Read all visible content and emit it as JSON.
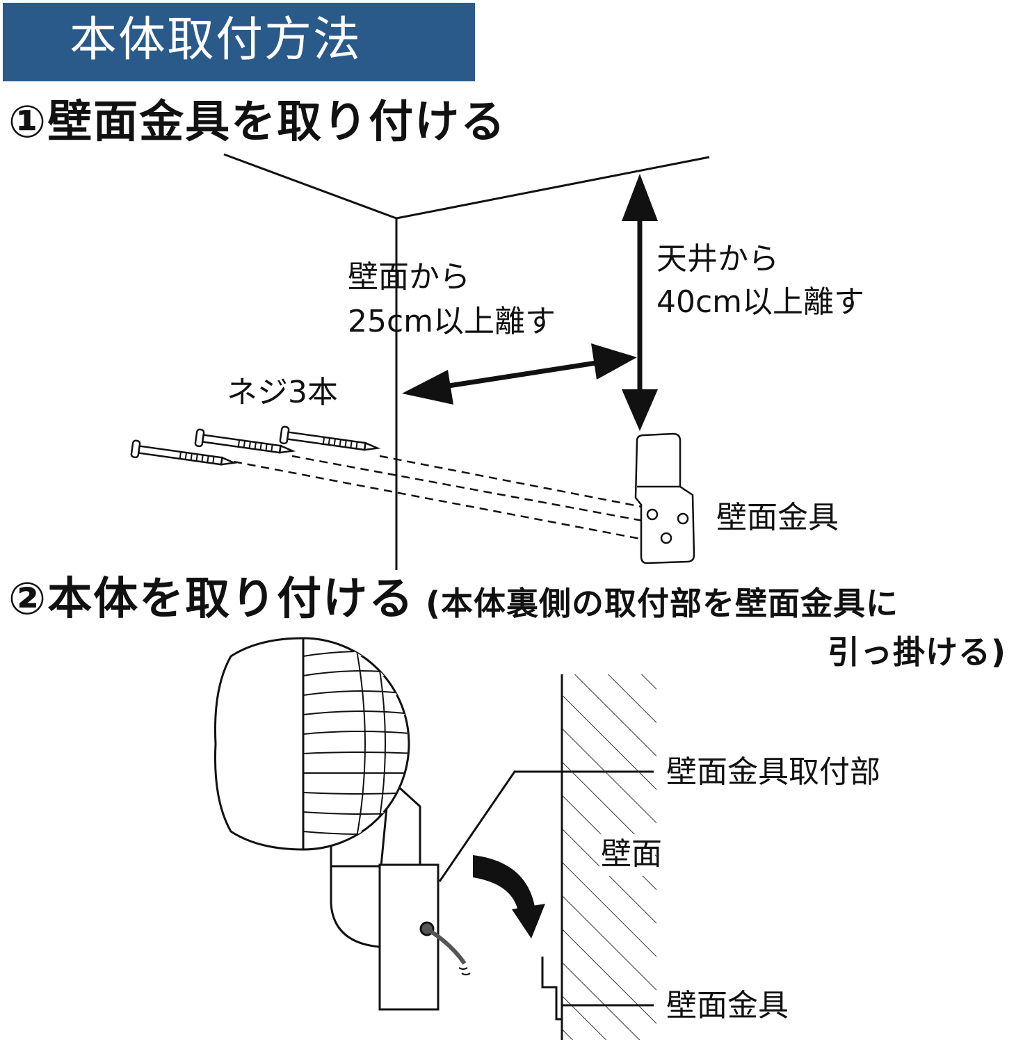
{
  "title": "本体取付方法",
  "step1": {
    "heading": "①壁面金具を取り付ける",
    "labels": {
      "wall_distance_line1": "壁面から",
      "wall_distance_line2": "25cm以上離す",
      "ceiling_distance_line1": "天井から",
      "ceiling_distance_line2": "40cm以上離す",
      "screws": "ネジ3本",
      "bracket": "壁面金具"
    },
    "icons": [
      "double-arrow-icon",
      "screw-icon",
      "bracket-icon"
    ]
  },
  "step2": {
    "heading": "②本体を取り付ける",
    "note_line1": "(本体裏側の取付部を壁面金具に",
    "note_line2": "引っ掛ける)",
    "labels": {
      "mount_part": "壁面金具取付部",
      "wall": "壁面",
      "bracket": "壁面金具"
    },
    "icons": [
      "light-unit-icon",
      "curved-arrow-icon",
      "hatched-wall-icon"
    ]
  },
  "colors": {
    "banner": "#2a5a8a",
    "banner_text": "#ffffff",
    "line": "#111111"
  }
}
